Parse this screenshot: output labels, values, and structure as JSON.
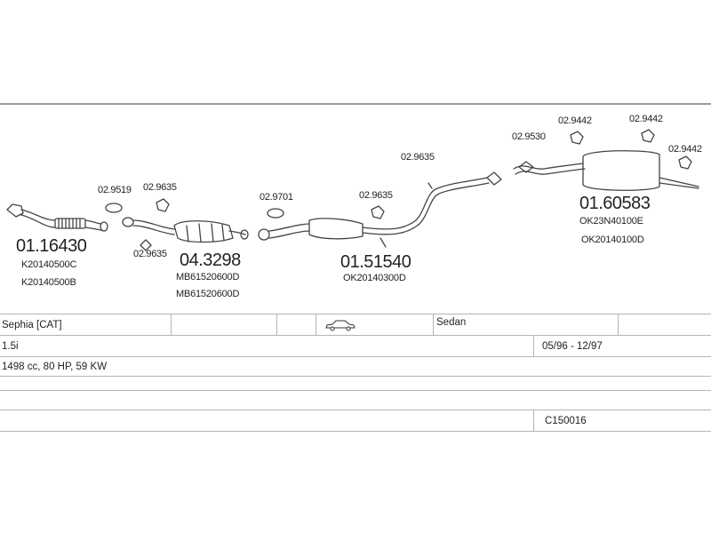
{
  "labels": {
    "front_pipe": "01.16430",
    "front_pipe_oem1": "K20140500C",
    "front_pipe_oem2": "K20140500B",
    "catalyst": "04.3298",
    "catalyst_oem1": "MB61520600D",
    "catalyst_oem2": "MB61520600D",
    "middle": "01.51540",
    "middle_oem": "OK20140300D",
    "rear": "01.60583",
    "rear_oem1": "OK23N40100E",
    "rear_oem2": "OK20140100D",
    "gasket_a": "02.9519",
    "gasket_b": "02.9635",
    "gasket_c": "02.9635",
    "gasket_d": "02.9701",
    "gasket_e": "02.9635",
    "hanger_f": "02.9635",
    "clamp_g": "02.9530",
    "hanger_h": "02.9442",
    "hanger_i": "02.9442",
    "hanger_j": "02.9442"
  },
  "table": {
    "model": "Sephia  [CAT]",
    "body": "Sedan",
    "engine": "1.5i",
    "years": "05/96 - 12/97",
    "specs": "1498 cc, 80 HP, 59 KW",
    "code": "C150016",
    "body_icon": "sedan-car-icon"
  },
  "colors": {
    "line": "#444444",
    "frame": "#9a9a9a",
    "grid": "#b5b5b5"
  }
}
